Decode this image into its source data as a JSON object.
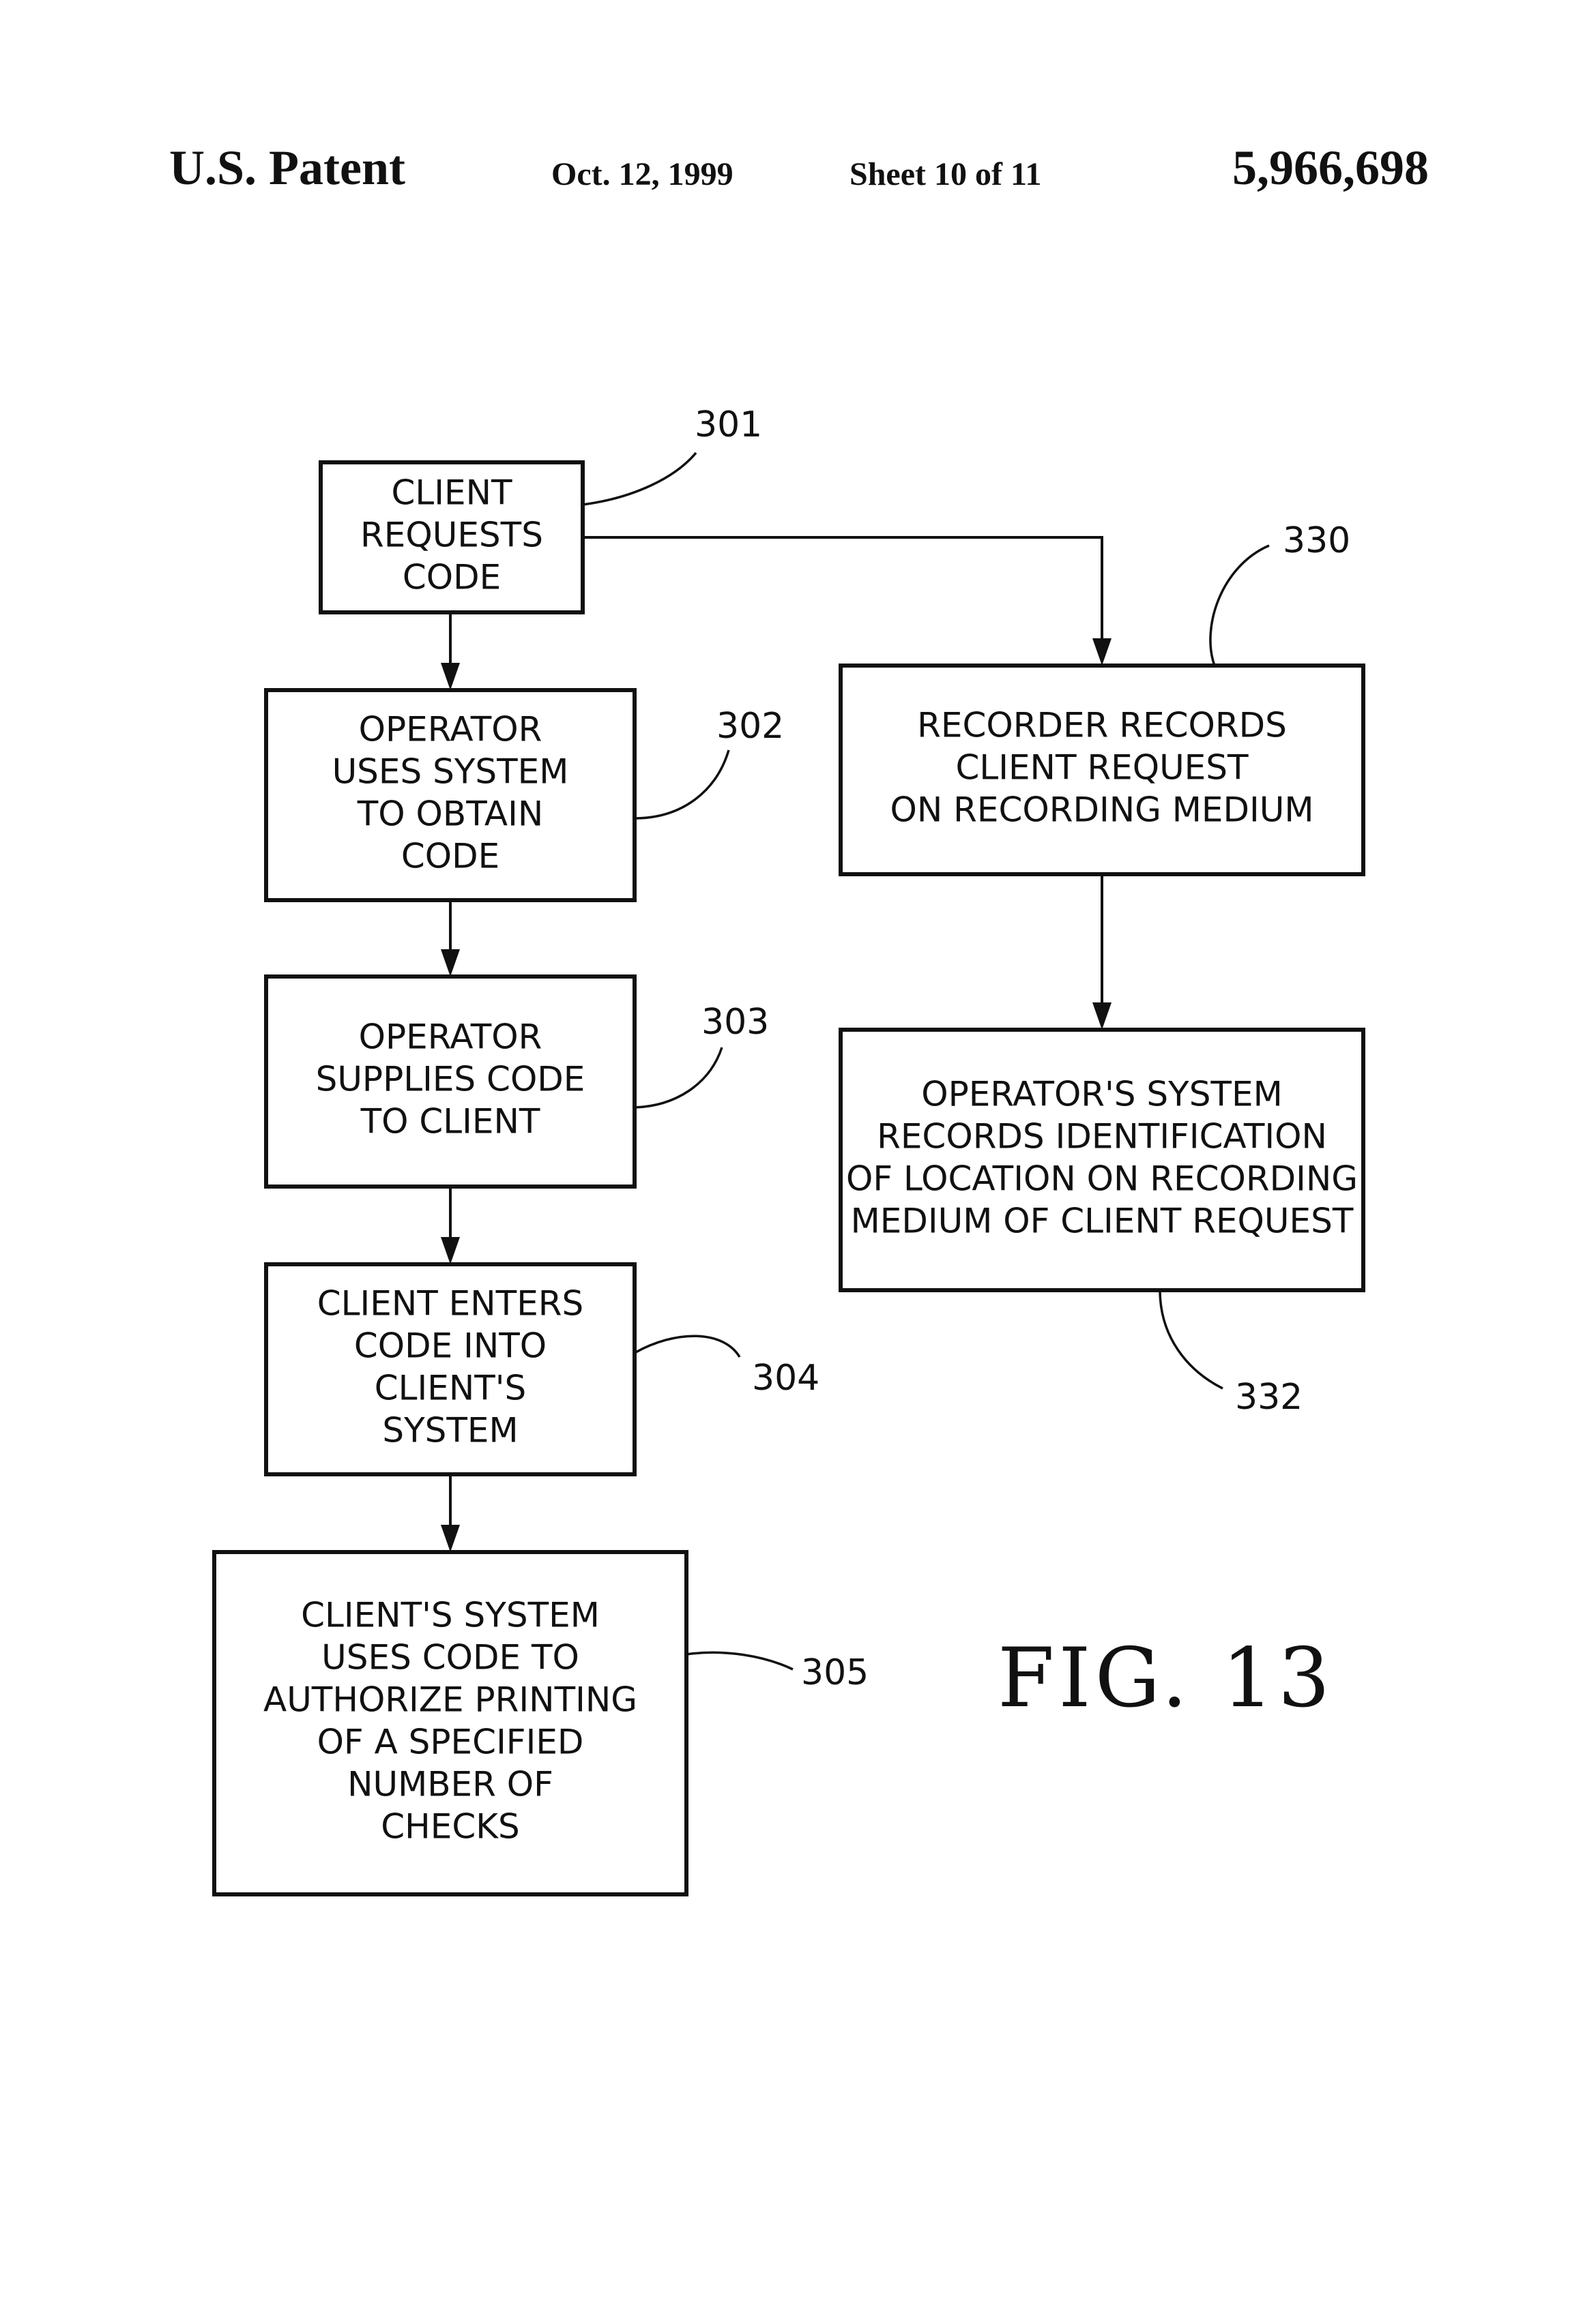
{
  "header": {
    "left": "U.S. Patent",
    "date": "Oct. 12, 1999",
    "sheet": "Sheet 10 of 11",
    "patent_number": "5,966,698"
  },
  "figure_label": "FIG. 13",
  "nodes": [
    {
      "id": "301",
      "ref": "301",
      "lines": [
        "CLIENT",
        "REQUESTS",
        "CODE"
      ]
    },
    {
      "id": "302",
      "ref": "302",
      "lines": [
        "OPERATOR",
        "USES SYSTEM",
        "TO OBTAIN",
        "CODE"
      ]
    },
    {
      "id": "303",
      "ref": "303",
      "lines": [
        "OPERATOR",
        "SUPPLIES CODE",
        "TO CLIENT"
      ]
    },
    {
      "id": "304",
      "ref": "304",
      "lines": [
        "CLIENT ENTERS",
        "CODE INTO",
        "CLIENT'S",
        "SYSTEM"
      ]
    },
    {
      "id": "305",
      "ref": "305",
      "lines": [
        "CLIENT'S SYSTEM",
        "USES CODE TO",
        "AUTHORIZE PRINTING",
        "OF A SPECIFIED",
        "NUMBER OF",
        "CHECKS"
      ]
    },
    {
      "id": "330",
      "ref": "330",
      "lines": [
        "RECORDER RECORDS",
        "CLIENT REQUEST",
        "ON RECORDING MEDIUM"
      ]
    },
    {
      "id": "332",
      "ref": "332",
      "lines": [
        "OPERATOR'S SYSTEM",
        "RECORDS IDENTIFICATION",
        "OF LOCATION ON RECORDING",
        "MEDIUM OF CLIENT REQUEST"
      ]
    }
  ],
  "edges": [
    {
      "from": "301",
      "to": "302"
    },
    {
      "from": "302",
      "to": "303"
    },
    {
      "from": "303",
      "to": "304"
    },
    {
      "from": "304",
      "to": "305"
    },
    {
      "from": "301",
      "to": "330"
    },
    {
      "from": "330",
      "to": "332"
    }
  ]
}
